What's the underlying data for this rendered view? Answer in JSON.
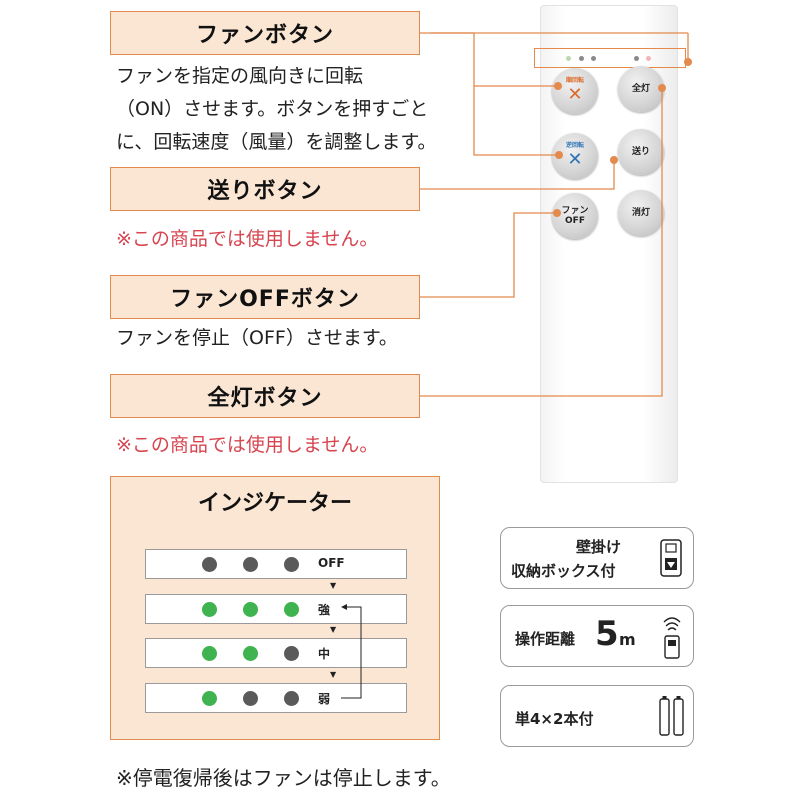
{
  "sections": {
    "fan_button": {
      "title": "ファンボタン",
      "desc_lines": [
        "ファンを指定の風向きに回転",
        "（ON）させます。ボタンを押すごと",
        "に、回転速度（風量）を調整します。"
      ]
    },
    "send_button": {
      "title": "送りボタン",
      "note": "※この商品では使用しません。"
    },
    "fan_off_button": {
      "title": "ファンOFFボタン",
      "desc": "ファンを停止（OFF）させます。"
    },
    "all_light_button": {
      "title": "全灯ボタン",
      "note": "※この商品では使用しません。"
    }
  },
  "remote": {
    "btn_fan_forward_top": "順回転",
    "btn_all_light": "全灯",
    "btn_fan_reverse_top": "逆回転",
    "btn_send": "送り",
    "btn_fan_off_1": "ファン",
    "btn_fan_off_2": "OFF",
    "btn_lights_off": "消灯",
    "fan_x": "✕"
  },
  "indicator": {
    "title": "インジケーター",
    "rows": [
      {
        "label": "OFF",
        "dots": [
          "gray",
          "gray",
          "gray"
        ]
      },
      {
        "label": "強",
        "dots": [
          "green",
          "green",
          "green"
        ]
      },
      {
        "label": "中",
        "dots": [
          "green",
          "green",
          "gray"
        ]
      },
      {
        "label": "弱",
        "dots": [
          "green",
          "gray",
          "gray"
        ]
      }
    ],
    "arrow": "▼"
  },
  "specs": {
    "wall_mount_1": "壁掛け",
    "wall_mount_2": "収納ボックス付",
    "distance_label": "操作距離",
    "distance_value": "5",
    "distance_unit": "m",
    "battery": "単4×2本付"
  },
  "footnote": "※停電復帰後はファンは停止します。",
  "colors": {
    "accent": "#e38a4c",
    "label_bg": "#fbe6d4",
    "note_red": "#d64550",
    "led_green": "#3fb34f",
    "led_gray": "#5a5a5a"
  }
}
